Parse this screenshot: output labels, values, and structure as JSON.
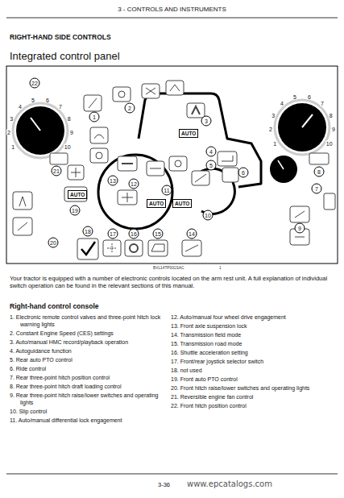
{
  "diagram": {
    "title": "Integrated control panel",
    "nodes": [
      {
        "text": [
          "AUTO"
        ]
      },
      {
        "text": [
          "AUTO"
        ]
      },
      {
        "text": [
          "AUTO"
        ]
      },
      {
        "text": [
          "AUTO"
        ]
      }
    ],
    "labels": [
      "3 - CONTROLS AND INSTRUMENTS",
      "RIGHT-HAND SIDE CONTROLS",
      "22",
      "1",
      "2",
      "3",
      "4",
      "5",
      "21",
      "13",
      "12",
      "11",
      "6",
      "8",
      "7",
      "19",
      "10",
      "20",
      "9",
      "18",
      "17",
      "16",
      "15",
      "14",
      "1",
      "2",
      "3",
      "4",
      "5",
      "6",
      "7",
      "8",
      "9",
      "10",
      "1",
      "2",
      "3",
      "4",
      "5",
      "6",
      "7",
      "8",
      "9",
      "10",
      "BVL14TP001SAC",
      "1",
      "Your tractor is equipped with a number of electronic controls located on the arm rest unit. A full explanation of individual switch operation can be found in the relevant sections of this manual.",
      "Right-hand control console",
      "1. Electronic remote control valves and three-point hitch lock warning lights",
      "2. Constant Engine Speed (CES) settings",
      "3. Auto/manual HMC record/playback operation",
      "4. Autoguidance function",
      "5. Rear auto PTO control",
      "6. Ride control",
      "7. Rear three-point hitch position control",
      "8. Rear three-point hitch draft loading control",
      "9. Rear three-point hitch raise/lower switches and operating lights",
      "10. Slip control",
      "11. Auto/manual differential lock engagement",
      "12. Auto/manual four wheel drive engagement",
      "13. Front axle suspension lock",
      "14. Transmission field mode",
      "15. Transmission road mode",
      "16. Shuttle acceleration setting",
      "17. Front/rear joystick selector switch",
      "18. not used",
      "19. Front auto PTO control",
      "20. Front hitch raise/lower switches and operating lights",
      "21. Reversible engine fan control",
      "22. Front hitch position control",
      "3-36",
      "www.epcatalogs.com"
    ]
  }
}
